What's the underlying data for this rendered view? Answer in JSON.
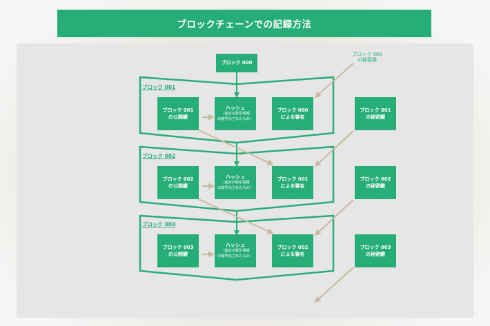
{
  "title": "ブロックチェーンでの記録方法",
  "top_block": "ブロック 000",
  "genesis_secret": {
    "line1": "ブロック 000",
    "line2": "の秘密鍵"
  },
  "hash_label": "ハッシュ",
  "hash_sub1": "（過去の取引情報",
  "hash_sub2": "の暗号化されたもの）",
  "blocks": [
    {
      "label": "ブロック 001",
      "pub1": "ブロック 001",
      "pub2": "の公開鍵",
      "sig1": "ブロック 000",
      "sig2": "による署名",
      "sec1": "ブロック 001",
      "sec2": "の秘密鍵"
    },
    {
      "label": "ブロック 002",
      "pub1": "ブロック 002",
      "pub2": "の公開鍵",
      "sig1": "ブロック 001",
      "sig2": "による署名",
      "sec1": "ブロック 002",
      "sec2": "の秘密鍵"
    },
    {
      "label": "ブロック 003",
      "pub1": "ブロック 003",
      "pub2": "の公開鍵",
      "sig1": "ブロック 002",
      "sig2": "による署名",
      "sec1": "ブロック 003",
      "sec2": "の秘密鍵"
    }
  ],
  "colors": {
    "green": "#27ad78",
    "arrow": "#c6b9a0",
    "panel": "#e6e6e6"
  }
}
